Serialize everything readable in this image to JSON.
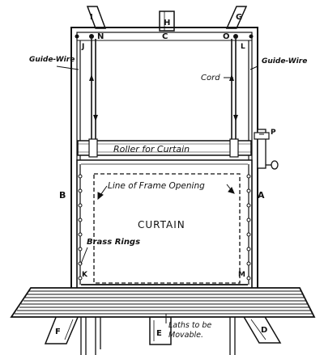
{
  "labels": {
    "guide_wire_left": "Guide-Wire",
    "guide_wire_right": "Guide-Wire",
    "cord": "Cord",
    "roller": "Roller for Curtain",
    "frame_opening": "Line of Frame Opening",
    "curtain": "CURTAIN",
    "brass_rings": "Brass Rings",
    "laths_line1": "Laths to be",
    "laths_line2": "Movable."
  },
  "letters": {
    "A": "A",
    "B": "B",
    "C": "C",
    "D": "D",
    "E": "E",
    "F": "F",
    "G": "G",
    "H": "H",
    "I": "I",
    "J": "J",
    "K": "K",
    "L": "L",
    "M": "M",
    "N": "N",
    "O": "O",
    "P": "P"
  }
}
